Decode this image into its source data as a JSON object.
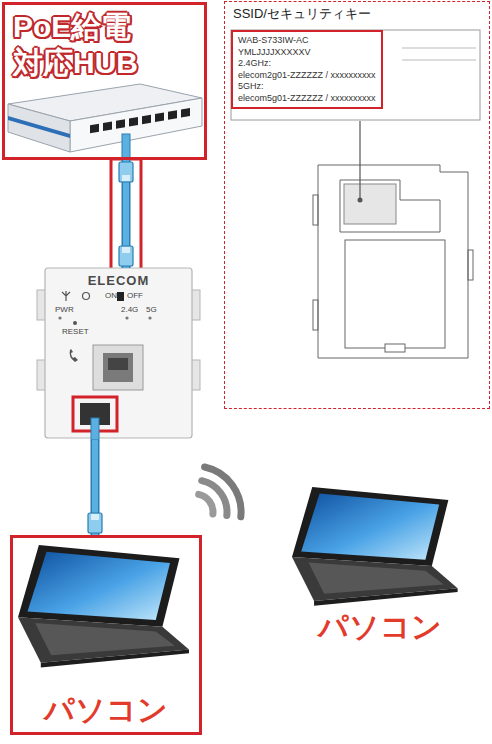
{
  "diagram": {
    "nodes": [
      {
        "text": [
          "PoE給電 対応HUB"
        ]
      },
      {
        "text": [
          "ELECOM"
        ]
      },
      {
        "text": [
          "パソコン"
        ]
      },
      {
        "text": [
          "パソコン"
        ]
      },
      {
        "text": [
          "SSID/セキュリティキー"
        ]
      },
      {
        "text": [
          "WAB-S733IW-AC",
          "YMLJJJJXXXXXV",
          "2.4GHz:",
          "elecom2g01-ZZZZZZ / xxxxxxxxxx",
          "5GHz:",
          "elecom5g01-ZZZZZZ / xxxxxxxxxx"
        ],
        "in": 4
      }
    ],
    "edges": [
      {
        "from": 0,
        "to": 1,
        "arrow": "none"
      },
      {
        "from": 1,
        "to": 2,
        "arrow": "none"
      }
    ],
    "labels": [
      "ON",
      "OFF",
      "PWR",
      "2.4G",
      "5G",
      "RESET"
    ]
  }
}
